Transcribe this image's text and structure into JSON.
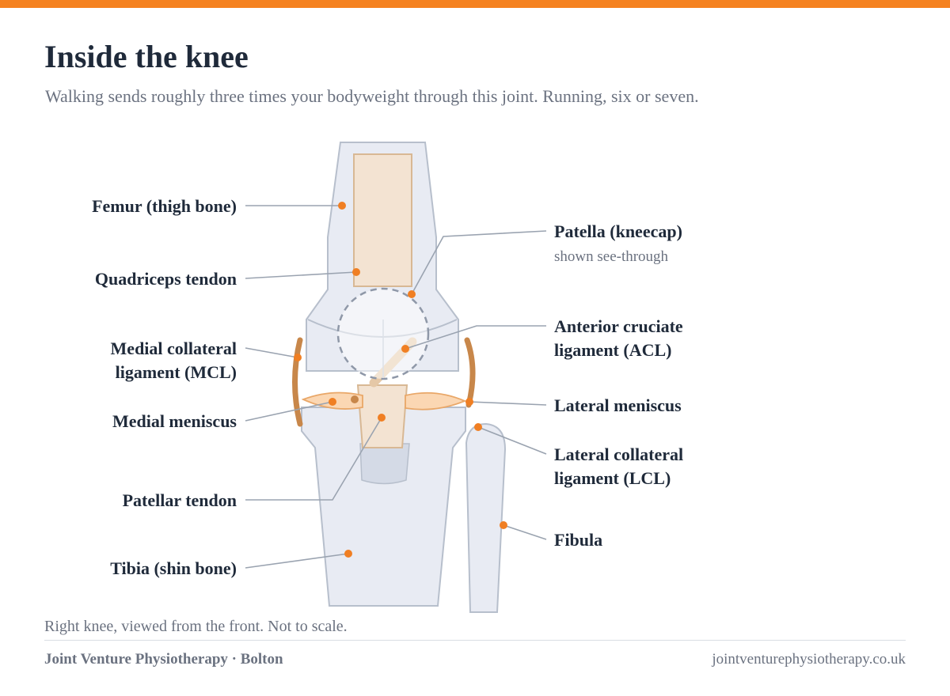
{
  "colors": {
    "accent": "#f58220",
    "bone_fill": "#e8ebf3",
    "bone_stroke": "#b7bfcc",
    "tendon_fill": "#f3e3d2",
    "tendon_stroke": "#d8b894",
    "meniscus_fill": "#fbd7b3",
    "meniscus_stroke": "#e9a768",
    "ligament": "#c8874a",
    "dot": "#f07f23",
    "text_dark": "#1f2a3a",
    "text_muted": "#6b7280"
  },
  "header": {
    "title": "Inside the knee",
    "subtitle": "Walking sends roughly three times your bodyweight through this joint. Running, six or seven."
  },
  "labels": {
    "femur": "Femur (thigh bone)",
    "quadriceps_tendon": "Quadriceps tendon",
    "mcl_line1": "Medial collateral",
    "mcl_line2": "ligament (MCL)",
    "medial_meniscus": "Medial meniscus",
    "patellar_tendon": "Patellar tendon",
    "tibia": "Tibia (shin bone)",
    "patella": "Patella (kneecap)",
    "patella_note": "shown see-through",
    "acl_line1": "Anterior cruciate",
    "acl_line2": "ligament (ACL)",
    "lateral_meniscus": "Lateral meniscus",
    "lcl_line1": "Lateral collateral",
    "lcl_line2": "ligament (LCL)",
    "fibula": "Fibula"
  },
  "caption": "Right knee, viewed from the front. Not to scale.",
  "footer": {
    "clinic": "Joint Venture Physiotherapy · Bolton",
    "website": "jointventurephysiotherapy.co.uk"
  }
}
